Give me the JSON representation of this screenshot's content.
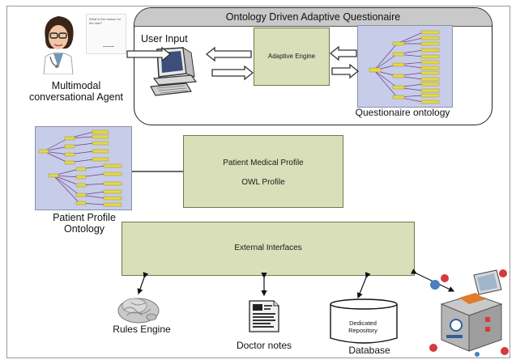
{
  "main_box": {
    "title": "Ontology Driven Adaptive Questionaire"
  },
  "agent": {
    "label_line1": "Multimodal",
    "label_line2": "conversational Agent",
    "screen_text": "What is the reason for the visit?"
  },
  "user_input": {
    "label": "User Input"
  },
  "adaptive_engine": {
    "label": "Adaptive Engine"
  },
  "questionaire_ontology": {
    "label": "Questionaire ontology"
  },
  "patient_profile_ontology": {
    "label_line1": "Patient Profile",
    "label_line2": "Ontology"
  },
  "medical_profile": {
    "line1": "Patient Medical Profile",
    "line2": "OWL Profile"
  },
  "external_interfaces": {
    "label": "External Interfaces"
  },
  "rules_engine": {
    "label": "Rules Engine"
  },
  "doctor_notes": {
    "label": "Doctor notes"
  },
  "database": {
    "label": "Database",
    "inner_line1": "Dedicated",
    "inner_line2": "Repository"
  },
  "colors": {
    "green_box": "#d9dfb8",
    "title_bar": "#c9c9c9",
    "ontology_bg": "#c7cce8",
    "graph_yellow": "#e2d84a",
    "graph_purple": "#6c3d8c"
  },
  "icons": [
    "doctor-avatar-icon",
    "desktop-computer-icon",
    "brain-icon",
    "document-icon",
    "database-cylinder-icon",
    "openehr-robot-icon"
  ]
}
